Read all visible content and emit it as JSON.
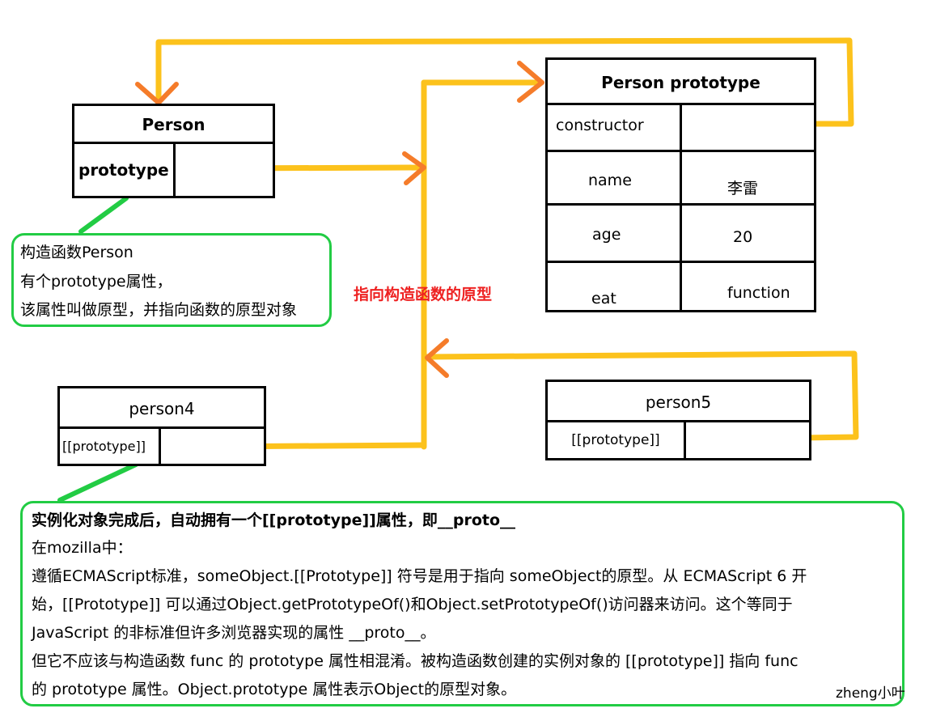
{
  "colors": {
    "arrow": "#fcc21c",
    "dot": "#f57c2a",
    "note_border": "#22cc44",
    "highlight_text": "#ee2222",
    "box_border": "#000000"
  },
  "person_box": {
    "title": "Person",
    "row_label": "prototype"
  },
  "person_prototype_box": {
    "title": "Person prototype",
    "rows": [
      {
        "key": "constructor",
        "value": ""
      },
      {
        "key": "name",
        "value": "李雷"
      },
      {
        "key": "age",
        "value": "20"
      },
      {
        "key": "eat",
        "value": "function"
      }
    ]
  },
  "person4_box": {
    "title": "person4",
    "row_label": "[[prototype]]"
  },
  "person5_box": {
    "title": "person5",
    "row_label": "[[prototype]]"
  },
  "arrow_label": "指向构造函数的原型",
  "note1": {
    "lines": [
      "构造函数Person",
      "有个prototype属性，",
      "该属性叫做原型，并指向函数的原型对象"
    ]
  },
  "note2": {
    "heading": "实例化对象完成后，自动拥有一个[[prototype]]属性，即__proto__",
    "lines": [
      "在mozilla中：",
      "遵循ECMAScript标准，someObject.[[Prototype]] 符号是用于指向 someObject的原型。从 ECMAScript 6 开",
      "始，[[Prototype]] 可以通过Object.getPrototypeOf()和Object.setPrototypeOf()访问器来访问。这个等同于",
      "JavaScript 的非标准但许多浏览器实现的属性 __proto__。",
      "但它不应该与构造函数 func 的 prototype 属性相混淆。被构造函数创建的实例对象的 [[prototype]] 指向 func",
      "的 prototype 属性。Object.prototype 属性表示Object的原型对象。"
    ]
  },
  "watermark": "zheng小叶"
}
